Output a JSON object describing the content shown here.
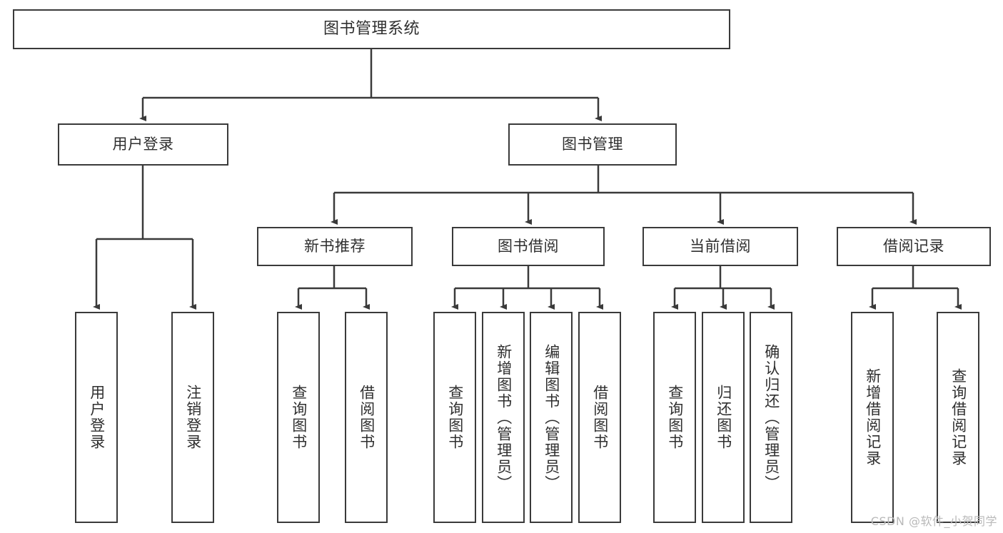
{
  "diagram": {
    "type": "tree-hierarchy",
    "title": "图书管理系统",
    "watermark": "CSDN @软件_小贺同学",
    "colors": {
      "background": "#ffffff",
      "box_border": "#3a3a3a",
      "box_fill": "#ffffff",
      "text": "#2f2f2f",
      "edge": "#3a3a3a",
      "watermark": "#b9b9b9"
    },
    "root": {
      "id": "root",
      "label": "图书管理系统"
    },
    "level1": [
      {
        "id": "user-login",
        "label": "用户登录"
      },
      {
        "id": "book-manage",
        "label": "图书管理"
      }
    ],
    "level2": [
      {
        "id": "new-book-recommend",
        "label": "新书推荐",
        "parent": "book-manage"
      },
      {
        "id": "book-borrow",
        "label": "图书借阅",
        "parent": "book-manage"
      },
      {
        "id": "current-borrow",
        "label": "当前借阅",
        "parent": "book-manage"
      },
      {
        "id": "borrow-record",
        "label": "借阅记录",
        "parent": "book-manage"
      }
    ],
    "leaves": [
      {
        "id": "leaf-user-login",
        "label": "用户登录",
        "parent": "user-login"
      },
      {
        "id": "leaf-logout-login",
        "label": "注销登录",
        "parent": "user-login"
      },
      {
        "id": "leaf-query-book-1",
        "label": "查询图书",
        "parent": "new-book-recommend"
      },
      {
        "id": "leaf-borrow-book-1",
        "label": "借阅图书",
        "parent": "new-book-recommend"
      },
      {
        "id": "leaf-query-book-2",
        "label": "查询图书",
        "parent": "book-borrow"
      },
      {
        "id": "leaf-add-book-admin",
        "label": "新增图书（管理员）",
        "parent": "book-borrow"
      },
      {
        "id": "leaf-edit-book-admin",
        "label": "编辑图书（管理员）",
        "parent": "book-borrow"
      },
      {
        "id": "leaf-borrow-book-2",
        "label": "借阅图书",
        "parent": "book-borrow"
      },
      {
        "id": "leaf-query-book-3",
        "label": "查询图书",
        "parent": "current-borrow"
      },
      {
        "id": "leaf-return-book",
        "label": "归还图书",
        "parent": "current-borrow"
      },
      {
        "id": "leaf-confirm-return-admin",
        "label": "确认归还（管理员）",
        "parent": "current-borrow"
      },
      {
        "id": "leaf-add-borrow-record",
        "label": "新增借阅记录",
        "parent": "borrow-record"
      },
      {
        "id": "leaf-query-borrow-record",
        "label": "查询借阅记录",
        "parent": "borrow-record"
      }
    ]
  }
}
